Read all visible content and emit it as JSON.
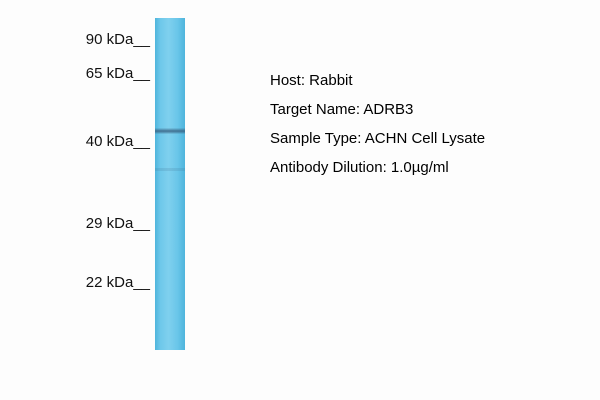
{
  "figure": {
    "type": "western-blot",
    "marker_tick": "__",
    "markers": [
      {
        "label": "90 kDa"
      },
      {
        "label": "65 kDa"
      },
      {
        "label": "40 kDa"
      },
      {
        "label": "29 kDa"
      },
      {
        "label": "22 kDa"
      }
    ],
    "lane": {
      "color": "#6ec8ea",
      "band_color": "#375f80",
      "band_position_kda": "~43"
    },
    "annotations": [
      "Host: Rabbit",
      "Target Name: ADRB3",
      "Sample Type: ACHN Cell Lysate",
      "Antibody Dilution: 1.0µg/ml"
    ]
  }
}
